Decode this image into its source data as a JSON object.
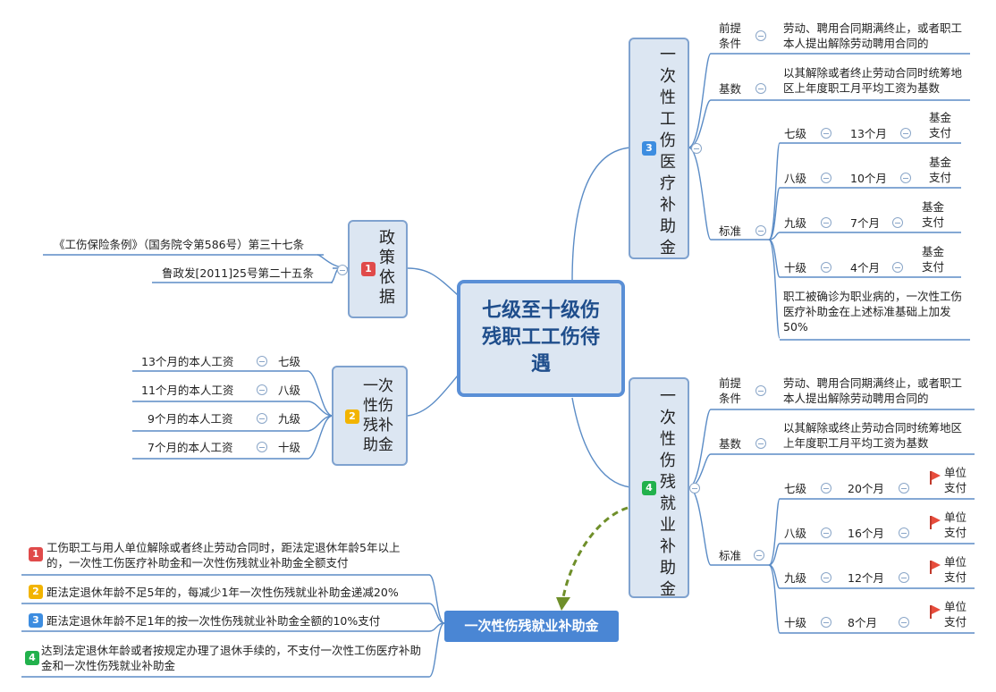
{
  "center": {
    "title": "七级至十级伤残职工工伤待遇"
  },
  "policy": {
    "label": "政策依据",
    "badge": "1",
    "items": [
      "《工伤保险条例》（国务院令第586号）第三十七条",
      "鲁政发[2011]25号第二十五条"
    ]
  },
  "disability_subsidy": {
    "label": "一次性伤残补助金",
    "badge": "2",
    "rows": [
      {
        "amount": "13个月的本人工资",
        "level": "七级"
      },
      {
        "amount": "11个月的本人工资",
        "level": "八级"
      },
      {
        "amount": "9个月的本人工资",
        "level": "九级"
      },
      {
        "amount": "7个月的本人工资",
        "level": "十级"
      }
    ]
  },
  "medical_subsidy": {
    "label": "一次性工伤医疗补助金",
    "badge": "3",
    "premise_label": "前提条件",
    "premise_text": "劳动、聘用合同期满终止，或者职工本人提出解除劳动聘用合同的",
    "base_label": "基数",
    "base_text": "以其解除或者终止劳动合同时统筹地区上年度职工月平均工资为基数",
    "standard_label": "标准",
    "standards": [
      {
        "level": "七级",
        "months": "13个月",
        "payer": "基金支付"
      },
      {
        "level": "八级",
        "months": "10个月",
        "payer": "基金支付"
      },
      {
        "level": "九级",
        "months": "7个月",
        "payer": "基金支付"
      },
      {
        "level": "十级",
        "months": "4个月",
        "payer": "基金支付"
      }
    ],
    "note": "职工被确诊为职业病的，一次性工伤医疗补助金在上述标准基础上加发50%"
  },
  "employment_subsidy": {
    "label": "一次性伤残就业补助金",
    "badge": "4",
    "premise_label": "前提条件",
    "premise_text": "劳动、聘用合同期满终止，或者职工本人提出解除劳动聘用合同的",
    "base_label": "基数",
    "base_text": "以其解除或终止劳动合同时统筹地区上年度职工月平均工资为基数",
    "standard_label": "标准",
    "standards": [
      {
        "level": "七级",
        "months": "20个月",
        "payer": "单位支付"
      },
      {
        "level": "八级",
        "months": "16个月",
        "payer": "单位支付"
      },
      {
        "level": "九级",
        "months": "12个月",
        "payer": "单位支付"
      },
      {
        "level": "十级",
        "months": "8个月",
        "payer": "单位支付"
      }
    ]
  },
  "callout": {
    "title": "一次性伤残就业补助金",
    "items": [
      {
        "badge": "1",
        "text": "工伤职工与用人单位解除或者终止劳动合同时，距法定退休年龄5年以上的，一次性工伤医疗补助金和一次性伤残就业补助金全额支付"
      },
      {
        "badge": "2",
        "text": "距法定退休年龄不足5年的，每减少1年一次性伤残就业补助金递减20%"
      },
      {
        "badge": "3",
        "text": "距法定退休年龄不足1年的按一次性伤残就业补助金全额的10%支付"
      },
      {
        "badge": "4",
        "text": "达到法定退休年龄或者按规定办理了退休手续的，不支付一次性工伤医疗补助金和一次性伤残就业补助金"
      }
    ]
  },
  "colors": {
    "line": "#5b8cc6",
    "node_fill": "#dce6f2",
    "center_border": "#5a8fd6",
    "callout_fill": "#4a86d4",
    "arrow": "#6f8f2a"
  },
  "icons": {
    "collapse": "minus-circle-icon",
    "flag": "red-flag-icon"
  }
}
